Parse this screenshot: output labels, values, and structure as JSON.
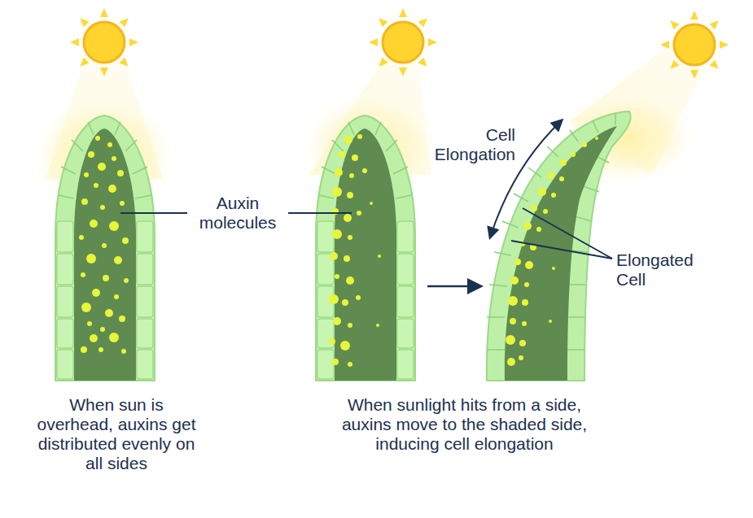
{
  "diagram": {
    "labels": [
      "Cell Elongation",
      "Auxin molecules",
      "Elongated Cell",
      "When sun is overhead, auxins get distributed evenly on all sides",
      "When sunlight hits from a side, auxins move to the shaded side, inducing cell elongation"
    ]
  }
}
